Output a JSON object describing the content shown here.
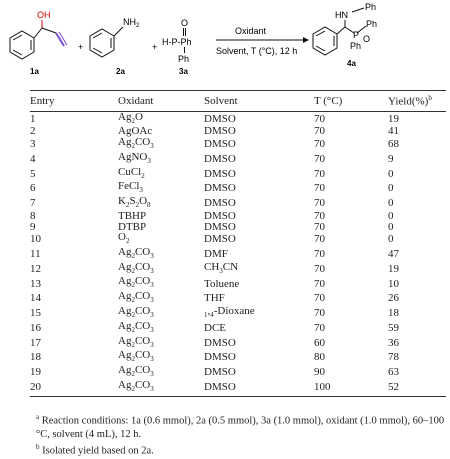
{
  "scheme": {
    "label_1a": "1a",
    "label_2a": "2a",
    "label_3a": "3a",
    "label_4a": "4a",
    "oh": "OH",
    "nh2": "NH",
    "nh2_sub": "2",
    "hpph": "H-P-Ph",
    "o_label": "O",
    "ph_label": "Ph",
    "plus": "+",
    "oxidant_label": "Oxidant",
    "conditions_label": "Solvent, T (°C), 12 h",
    "hn": "HN",
    "prod_ph_top": "Ph",
    "prod_ph_right": "Ph",
    "prod_p": "P",
    "prod_o": "O",
    "prod_ph_bottom": "Ph"
  },
  "table": {
    "headers": [
      "Entry",
      "Oxidant",
      "Solvent",
      "T (°C)",
      "Yield(%)"
    ],
    "header_yield_sup": "b",
    "rows": [
      {
        "entry": "1",
        "oxidant": "Ag",
        "ox_sub": "2",
        "ox_tail": "O",
        "solvent": "DMSO",
        "t": "70",
        "yield": "19"
      },
      {
        "entry": "2",
        "oxidant": "AgOAc",
        "ox_sub": "",
        "ox_tail": "",
        "solvent": "DMSO",
        "t": "70",
        "yield": "41"
      },
      {
        "entry": "3",
        "oxidant": "Ag",
        "ox_sub": "2",
        "ox_tail": "CO3",
        "solvent": "DMSO",
        "t": "70",
        "yield": "68"
      },
      {
        "entry": "4",
        "oxidant": "AgNO",
        "ox_sub": "3",
        "ox_tail": "",
        "solvent": "DMSO",
        "t": "70",
        "yield": "9"
      },
      {
        "entry": "5",
        "oxidant": "CuCl",
        "ox_sub": "2",
        "ox_tail": "",
        "solvent": "DMSO",
        "t": "70",
        "yield": "0"
      },
      {
        "entry": "6",
        "oxidant": "FeCl",
        "ox_sub": "3",
        "ox_tail": "",
        "solvent": "DMSO",
        "t": "70",
        "yield": "0"
      },
      {
        "entry": "7",
        "oxidant": "K",
        "ox_sub": "2",
        "ox_tail": "S2O8",
        "solvent": "DMSO",
        "t": "70",
        "yield": "0"
      },
      {
        "entry": "8",
        "oxidant": "TBHP",
        "ox_sub": "",
        "ox_tail": "",
        "solvent": "DMSO",
        "t": "70",
        "yield": "0"
      },
      {
        "entry": "9",
        "oxidant": "DTBP",
        "ox_sub": "",
        "ox_tail": "",
        "solvent": "DMSO",
        "t": "70",
        "yield": "0"
      },
      {
        "entry": "10",
        "oxidant": "O",
        "ox_sub": "2",
        "ox_tail": "",
        "solvent": "DMSO",
        "t": "70",
        "yield": "0"
      },
      {
        "entry": "11",
        "oxidant": "Ag",
        "ox_sub": "2",
        "ox_tail": "CO3",
        "solvent": "DMF",
        "t": "70",
        "yield": "47"
      },
      {
        "entry": "12",
        "oxidant": "Ag",
        "ox_sub": "2",
        "ox_tail": "CO3",
        "solvent": "CH3CN",
        "t": "70",
        "yield": "19"
      },
      {
        "entry": "13",
        "oxidant": "Ag",
        "ox_sub": "2",
        "ox_tail": "CO3",
        "solvent": "Toluene",
        "t": "70",
        "yield": "10"
      },
      {
        "entry": "14",
        "oxidant": "Ag",
        "ox_sub": "2",
        "ox_tail": "CO3",
        "solvent": "THF",
        "t": "70",
        "yield": "26"
      },
      {
        "entry": "15",
        "oxidant": "Ag",
        "ox_sub": "2",
        "ox_tail": "CO3",
        "solvent": "1,4-Dioxane",
        "t": "70",
        "yield": "18"
      },
      {
        "entry": "16",
        "oxidant": "Ag",
        "ox_sub": "2",
        "ox_tail": "CO3",
        "solvent": "DCE",
        "t": "70",
        "yield": "59"
      },
      {
        "entry": "17",
        "oxidant": "Ag",
        "ox_sub": "2",
        "ox_tail": "CO3",
        "solvent": "DMSO",
        "t": "60",
        "yield": "36"
      },
      {
        "entry": "18",
        "oxidant": "Ag",
        "ox_sub": "2",
        "ox_tail": "CO3",
        "solvent": "DMSO",
        "t": "80",
        "yield": "78"
      },
      {
        "entry": "19",
        "oxidant": "Ag",
        "ox_sub": "2",
        "ox_tail": "CO3",
        "solvent": "DMSO",
        "t": "90",
        "yield": "63"
      },
      {
        "entry": "20",
        "oxidant": "Ag",
        "ox_sub": "2",
        "ox_tail": "CO3",
        "solvent": "DMSO",
        "t": "100",
        "yield": "52"
      }
    ]
  },
  "notes": {
    "note_a_mark": "a",
    "note_a_text": "Reaction conditions: 1a (0.6 mmol), 2a (0.5 mmol), 3a (1.0 mmol), oxidant (1.0 mmol), 60–100 °C, solvent (4 mL), 12 h.",
    "note_b_mark": "b",
    "note_b_text": "Isolated yield based on 2a."
  }
}
